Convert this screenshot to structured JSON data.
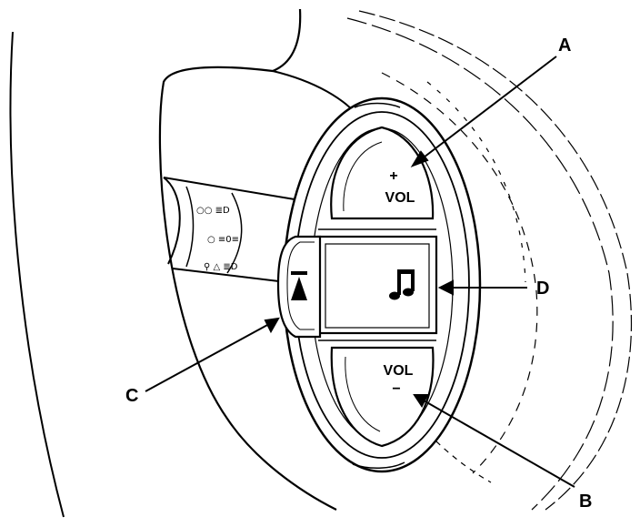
{
  "diagram": {
    "callouts": {
      "a": "A",
      "b": "B",
      "c": "C",
      "d": "D"
    },
    "buttons": {
      "vol_up_sign": "+",
      "vol_up_label": "VOL",
      "vol_down_label": "VOL",
      "vol_down_sign": "−",
      "mode_icon": "music-note-icon",
      "channel_icon": "channel-triangle-icon"
    },
    "stalk_symbols": {
      "row1": "○○ ≣D",
      "row2": "○ ≡0≡",
      "row3": "⚲ △ ≣D"
    }
  }
}
